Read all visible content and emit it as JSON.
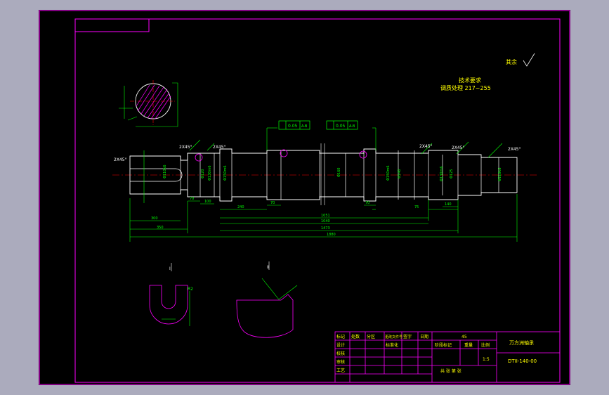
{
  "colors": {
    "background": "#ababbd",
    "sheet": "#000000",
    "border": "#ff00ff",
    "geometry": "#ffffff",
    "dimension": "#00ff00",
    "text_cyan": "#00ffff",
    "text_yellow": "#ffff00",
    "centerline": "#ff0000"
  },
  "drawing": {
    "roughness_note": "其余",
    "tech_req_title": "技术要求",
    "tech_req_text": "调质处理 217~255",
    "tolerance_1": "0.05",
    "tolerance_1_ref": "A-B",
    "tolerance_2": "0.05",
    "tolerance_2_ref": "A-B",
    "chamfers": [
      "2X45°",
      "2X45°",
      "2X45°",
      "2X45°",
      "2X45°",
      "2X45°"
    ],
    "section_labels": [
      "I",
      "II"
    ],
    "section_dim": "R2"
  },
  "title_block": {
    "headers": [
      "标记",
      "处数",
      "分区",
      "更改文件号",
      "签字",
      "日期"
    ],
    "rows": [
      "设计",
      "校核",
      "审核",
      "工艺"
    ],
    "standardization": "标准化",
    "stage_mark": "阶段标记",
    "weight": "重量",
    "ratio": "比例",
    "scale": "1:5",
    "sheet_info": "共  张  第  张",
    "material": "45",
    "part_name": "万方洲轴承",
    "drawing_no": "DTII-140-00"
  }
}
